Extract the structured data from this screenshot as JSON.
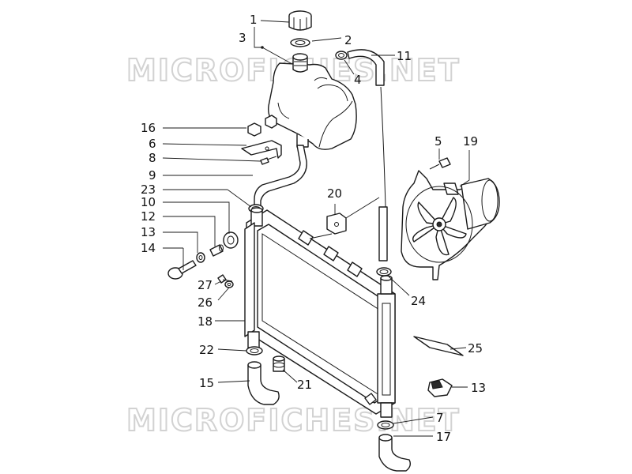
{
  "watermark": {
    "text": "MICROFICHES.NET"
  },
  "callouts": [
    {
      "id": "c1",
      "label": "1"
    },
    {
      "id": "c2",
      "label": "2"
    },
    {
      "id": "c3",
      "label": "3"
    },
    {
      "id": "c4",
      "label": "4"
    },
    {
      "id": "c11",
      "label": "11"
    },
    {
      "id": "c16",
      "label": "16"
    },
    {
      "id": "c6",
      "label": "6"
    },
    {
      "id": "c8",
      "label": "8"
    },
    {
      "id": "c9",
      "label": "9"
    },
    {
      "id": "c23",
      "label": "23"
    },
    {
      "id": "c10",
      "label": "10"
    },
    {
      "id": "c12",
      "label": "12"
    },
    {
      "id": "c13a",
      "label": "13"
    },
    {
      "id": "c14",
      "label": "14"
    },
    {
      "id": "c27",
      "label": "27"
    },
    {
      "id": "c26",
      "label": "26"
    },
    {
      "id": "c18",
      "label": "18"
    },
    {
      "id": "c22",
      "label": "22"
    },
    {
      "id": "c15",
      "label": "15"
    },
    {
      "id": "c21",
      "label": "21"
    },
    {
      "id": "c20",
      "label": "20"
    },
    {
      "id": "c5",
      "label": "5"
    },
    {
      "id": "c19",
      "label": "19"
    },
    {
      "id": "c24",
      "label": "24"
    },
    {
      "id": "c25",
      "label": "25"
    },
    {
      "id": "c13b",
      "label": "13"
    },
    {
      "id": "c7",
      "label": "7"
    },
    {
      "id": "c17",
      "label": "17"
    }
  ]
}
